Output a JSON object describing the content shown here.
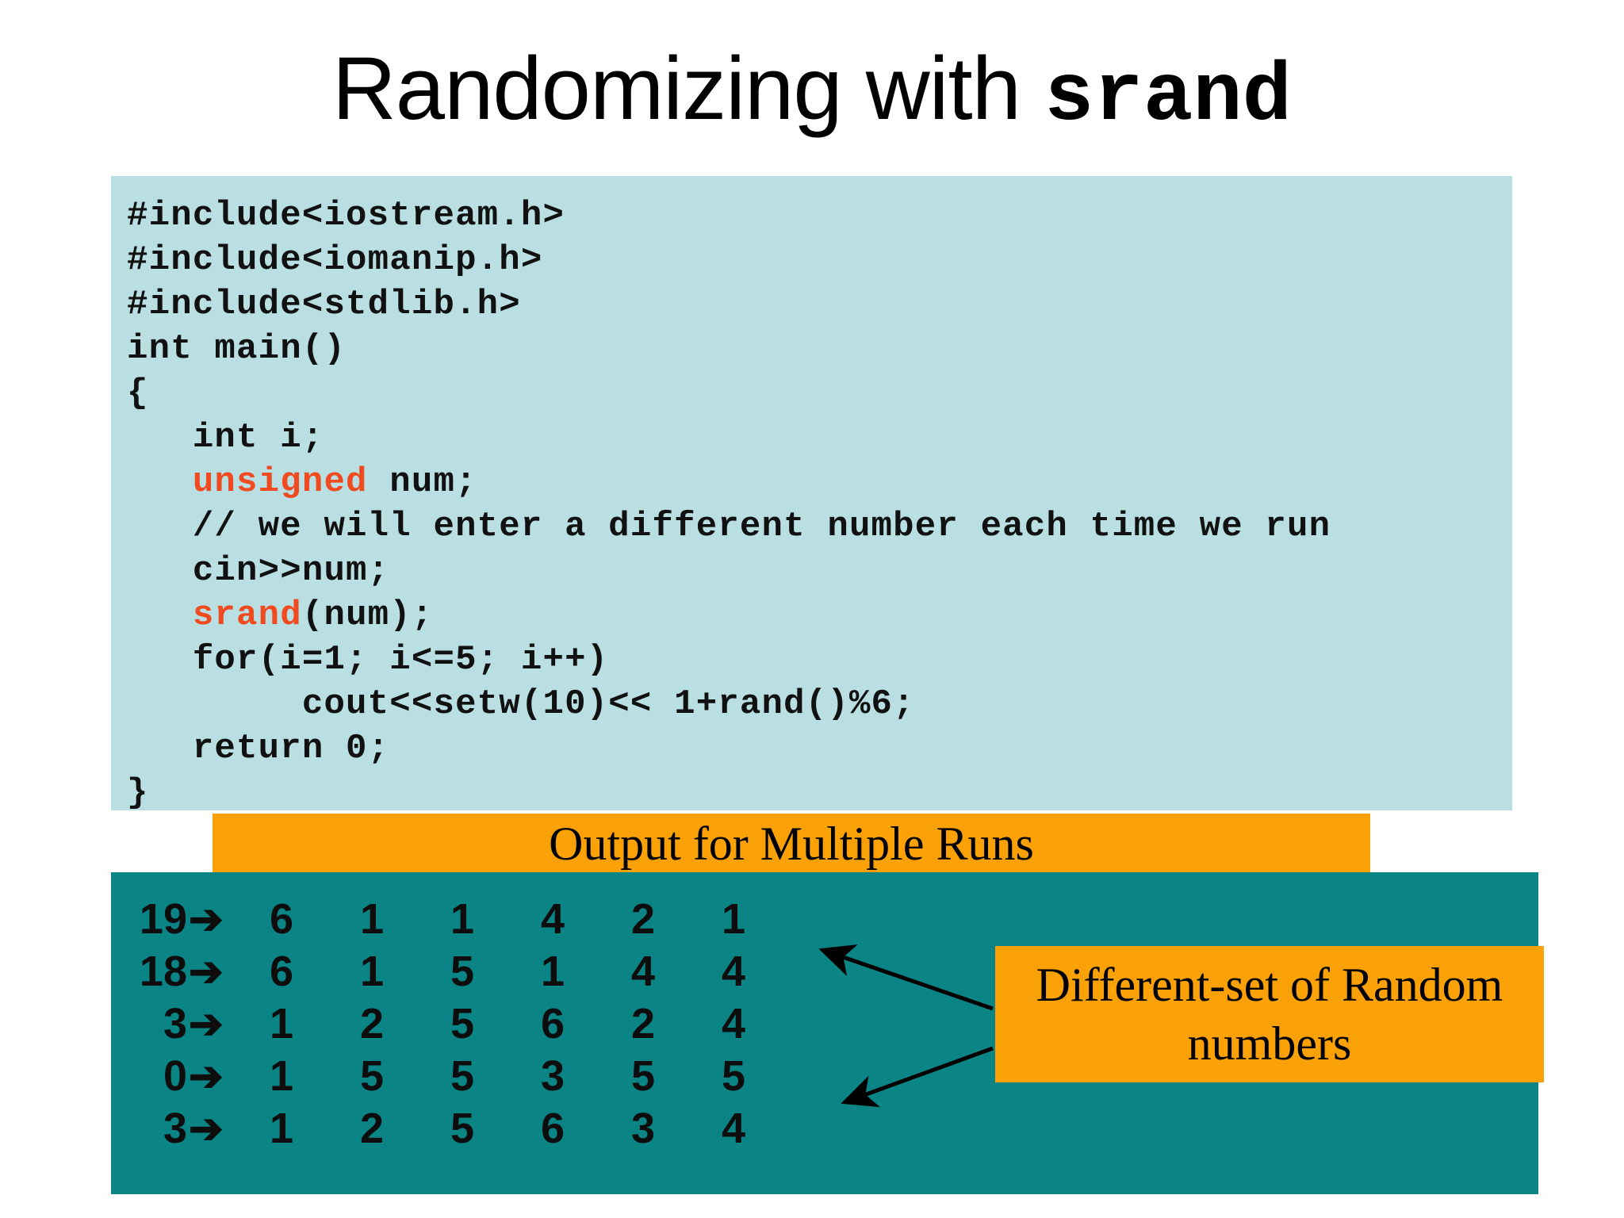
{
  "title": {
    "plain": "Randomizing with ",
    "mono": "srand"
  },
  "code": {
    "lines": [
      {
        "segments": [
          {
            "text": "#include<iostream.h>",
            "style": "plain"
          }
        ]
      },
      {
        "segments": [
          {
            "text": "#include<iomanip.h>",
            "style": "plain"
          }
        ]
      },
      {
        "segments": [
          {
            "text": "#include<stdlib.h>",
            "style": "plain"
          }
        ]
      },
      {
        "segments": [
          {
            "text": "int main()",
            "style": "plain"
          }
        ]
      },
      {
        "segments": [
          {
            "text": "{",
            "style": "plain"
          }
        ]
      },
      {
        "segments": [
          {
            "text": "   int i;",
            "style": "plain"
          }
        ]
      },
      {
        "segments": [
          {
            "text": "   ",
            "style": "plain"
          },
          {
            "text": "unsigned",
            "style": "red"
          },
          {
            "text": " num;",
            "style": "plain"
          }
        ]
      },
      {
        "segments": [
          {
            "text": "   // we will enter a different number each time we run",
            "style": "plain"
          }
        ]
      },
      {
        "segments": [
          {
            "text": "   cin>>num;",
            "style": "plain"
          }
        ]
      },
      {
        "segments": [
          {
            "text": "   ",
            "style": "plain"
          },
          {
            "text": "srand",
            "style": "red"
          },
          {
            "text": "(num);",
            "style": "plain"
          }
        ]
      },
      {
        "segments": [
          {
            "text": "   for(i=1; i<=5; i++)",
            "style": "plain"
          }
        ]
      },
      {
        "segments": [
          {
            "text": "        cout<<setw(10)<< 1+rand()%6;",
            "style": "plain"
          }
        ]
      },
      {
        "segments": [
          {
            "text": "   return 0;",
            "style": "plain"
          }
        ]
      },
      {
        "segments": [
          {
            "text": "}",
            "style": "plain"
          }
        ]
      }
    ],
    "colors": {
      "background": "#b9dfe2",
      "keyword": "#ef4a20",
      "text": "#111111"
    }
  },
  "output_banner": {
    "label": "Output for Multiple Runs",
    "background": "#f9a106"
  },
  "output_table": {
    "arrow_glyph": "➔",
    "background": "#0b8486",
    "rows": [
      {
        "seed": "19",
        "values": [
          "6",
          "1",
          "1",
          "4",
          "2",
          "1"
        ]
      },
      {
        "seed": "18",
        "values": [
          "6",
          "1",
          "5",
          "1",
          "4",
          "4"
        ]
      },
      {
        "seed": "3",
        "values": [
          "1",
          "2",
          "5",
          "6",
          "2",
          "4"
        ]
      },
      {
        "seed": "0",
        "values": [
          "1",
          "5",
          "5",
          "3",
          "5",
          "5"
        ]
      },
      {
        "seed": "3",
        "values": [
          "1",
          "2",
          "5",
          "6",
          "3",
          "4"
        ]
      }
    ]
  },
  "callout": {
    "line1": "Different-set of Random",
    "line2": "numbers",
    "background": "#f9a106"
  }
}
